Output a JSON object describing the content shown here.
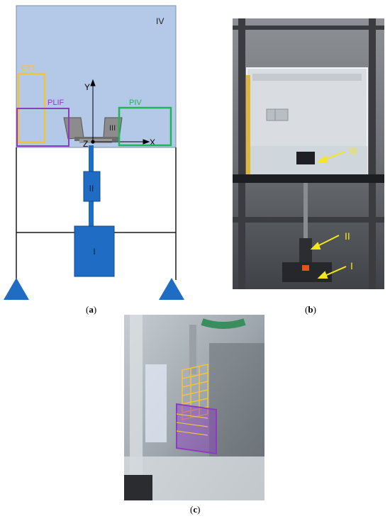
{
  "panel_a": {
    "region_label": "IV",
    "component_1": "I",
    "component_2": "II",
    "component_3": "III",
    "ert_label": "ERT",
    "plif_label": "PLIF",
    "piv_label": "PIV",
    "axis_x": "X",
    "axis_y": "Y",
    "axis_z": "Z",
    "colors": {
      "tank": "#b4c8e8",
      "structure": "#1f6cc4",
      "ert": "#f2c33a",
      "plif": "#8e3bc4",
      "piv": "#1fb558"
    }
  },
  "panel_b": {
    "arrow_labels": [
      "III",
      "II",
      "I"
    ],
    "arrow_color": "#f4e81a"
  },
  "captions": {
    "a": "a",
    "b": "b",
    "c": "c"
  }
}
